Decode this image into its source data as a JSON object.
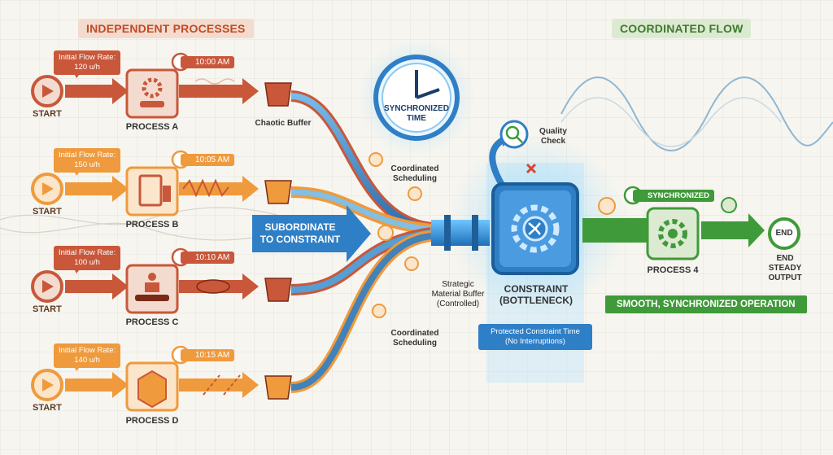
{
  "headers": {
    "left": "INDEPENDENT PROCESSES",
    "right": "COORDINATED FLOW"
  },
  "lanes": [
    {
      "start": "START",
      "process": "PROCESS A",
      "rate_line1": "Initial Flow Rate:",
      "rate_line2": "120 u/h",
      "time": "10:00 AM"
    },
    {
      "start": "START",
      "process": "PROCESS B",
      "rate_line1": "Initial Flow Rate:",
      "rate_line2": "150 u/h",
      "time": "10:05 AM"
    },
    {
      "start": "START",
      "process": "PROCESS C",
      "rate_line1": "Initial Flow Rate:",
      "rate_line2": "100 u/h",
      "time": "10:10 AM"
    },
    {
      "start": "START",
      "process": "PROCESS D",
      "rate_line1": "Initial Flow Rate:",
      "rate_line2": "140 u/h",
      "time": "10:15 AM"
    }
  ],
  "labels": {
    "chaotic_buffer": "Chaotic Buffer",
    "coordinated_scheduling_top_1": "Coordinated",
    "coordinated_scheduling_top_2": "Scheduling",
    "coordinated_scheduling_bottom_1": "Coordinated",
    "coordinated_scheduling_bottom_2": "Scheduling",
    "synchronized_time_1": "SYNCHRONIZED",
    "synchronized_time_2": "TIME",
    "subordinate_1": "SUBORDINATE",
    "subordinate_2": "TO CONSTRAINT",
    "strategic_1": "Strategic",
    "strategic_2": "Material Buffer",
    "strategic_3": "(Controlled)",
    "quality_1": "Quality",
    "quality_2": "Check",
    "constraint_1": "CONSTRAINT",
    "constraint_2": "(BOTTLENECK)",
    "protected_1": "Protected Constraint Time",
    "protected_2": "(No Interruptions)",
    "synchronized_badge": "SYNCHRONIZED",
    "process4": "PROCESS 4",
    "end": "END",
    "end_1": "END",
    "end_2": "STEADY",
    "end_3": "OUTPUT",
    "smooth_op": "SMOOTH, SYNCHRONIZED OPERATION"
  },
  "colors": {
    "red": "#c9573a",
    "orange": "#ef9a3c",
    "blue": "#2f7fc6",
    "green": "#3f9a3a"
  }
}
